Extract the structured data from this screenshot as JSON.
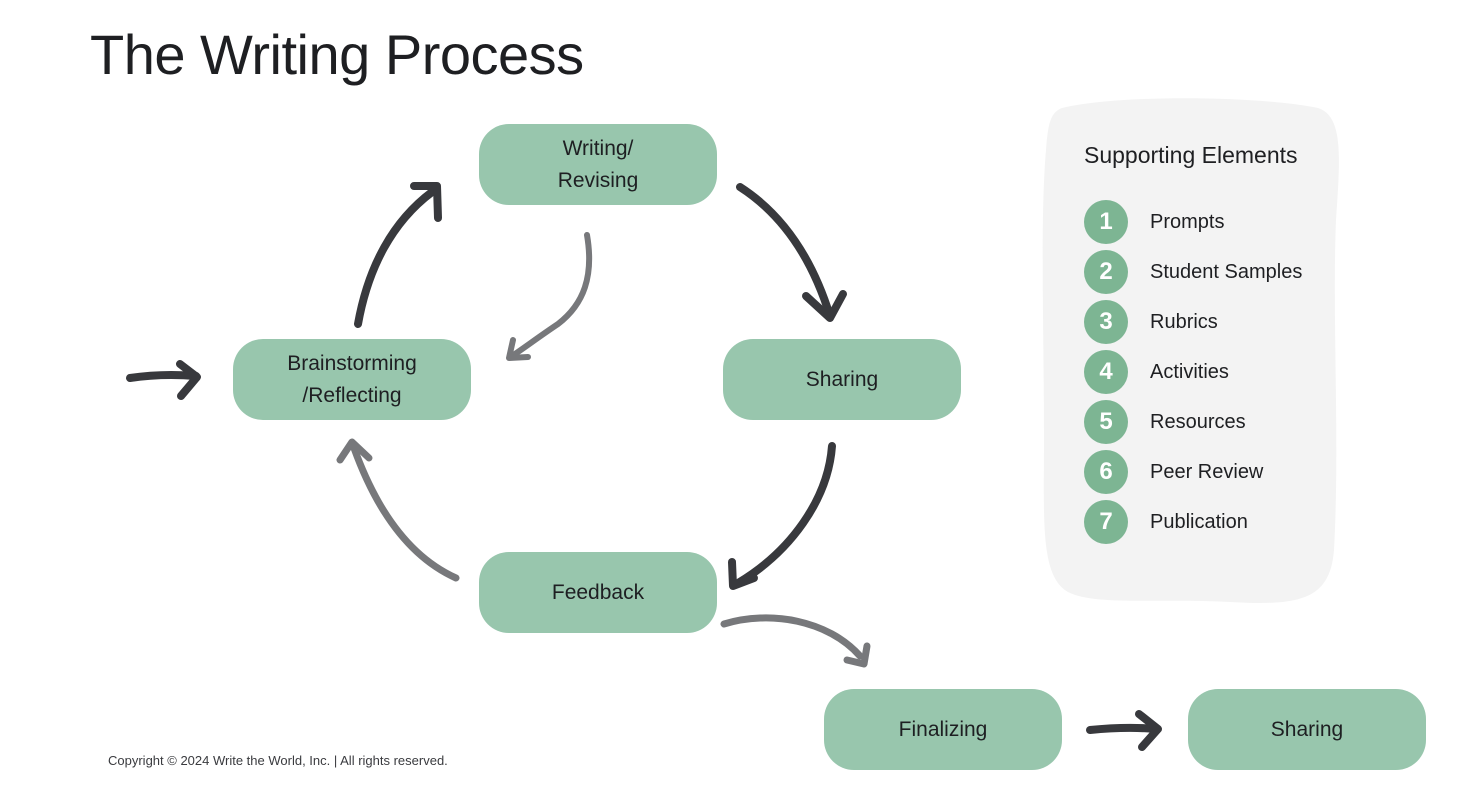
{
  "title": "The Writing Process",
  "nodes": {
    "writing": "Writing/\nRevising",
    "brainstorming": "Brainstorming\n/Reflecting",
    "sharing": "Sharing",
    "feedback": "Feedback",
    "finalizing": "Finalizing",
    "sharing_final": "Sharing"
  },
  "supporting": {
    "title": "Supporting Elements",
    "items": [
      {
        "num": "1",
        "label": "Prompts"
      },
      {
        "num": "2",
        "label": "Student Samples"
      },
      {
        "num": "3",
        "label": "Rubrics"
      },
      {
        "num": "4",
        "label": "Activities"
      },
      {
        "num": "5",
        "label": "Resources"
      },
      {
        "num": "6",
        "label": "Peer Review"
      },
      {
        "num": "7",
        "label": "Publication"
      }
    ]
  },
  "copyright": "Copyright © 2024 Write the World, Inc. | All rights reserved.",
  "colors": {
    "node_fill": "#98c6ad",
    "badge_fill": "#7db593",
    "arrow_dark": "#38393d",
    "arrow_gray": "#77787b",
    "panel_fill": "#f3f3f3"
  }
}
